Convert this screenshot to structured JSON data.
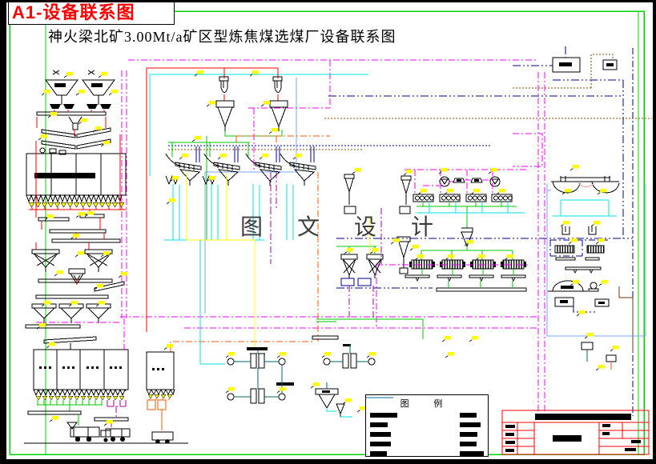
{
  "header": {
    "doc_tag": "A1-设备联系图",
    "title": "神火梁北矿3.00Mt/a矿区型炼焦煤选煤厂设备联系图"
  },
  "watermark": "图 文 设 计",
  "legend": {
    "title": "图  例",
    "items": [
      {
        "color": "#FF0000",
        "dash": "",
        "block_w": 34
      },
      {
        "color": "#8B4500",
        "dash": "2 2",
        "block_w": 22
      },
      {
        "color": "#3322CC",
        "dash": "8 3 2 3",
        "block_w": 26
      },
      {
        "color": "#FF00FF",
        "dash": "8 3 2 3",
        "block_w": 26
      },
      {
        "color": "#006666",
        "dash": "",
        "block_w": 21
      },
      {
        "color": "#00CC00",
        "dash": "",
        "block_w": 21
      },
      {
        "color": "#FF5500",
        "dash": "8 3 2 3",
        "block_w": 26
      },
      {
        "color": "#00E5E5",
        "dash": "",
        "block_w": 22
      },
      {
        "color": "#FFFF00",
        "dash": "",
        "block_w": 21
      },
      {
        "color": "#77AAFF",
        "dash": "",
        "block_w": 30
      }
    ]
  },
  "palette": {
    "red": "#FF0000",
    "green": "#00C800",
    "cyan": "#00E5E5",
    "lightblue": "#77AAFF",
    "magenta": "#FF00FF",
    "purple": "#AA00AA",
    "navy": "#000090",
    "olive": "#8B4500",
    "orange": "#FF5500",
    "yellow": "#FFFF00",
    "teal": "#006666",
    "pink": "#FF9E9E",
    "framegreen": "#00D400",
    "titlered": "#FF0000"
  }
}
